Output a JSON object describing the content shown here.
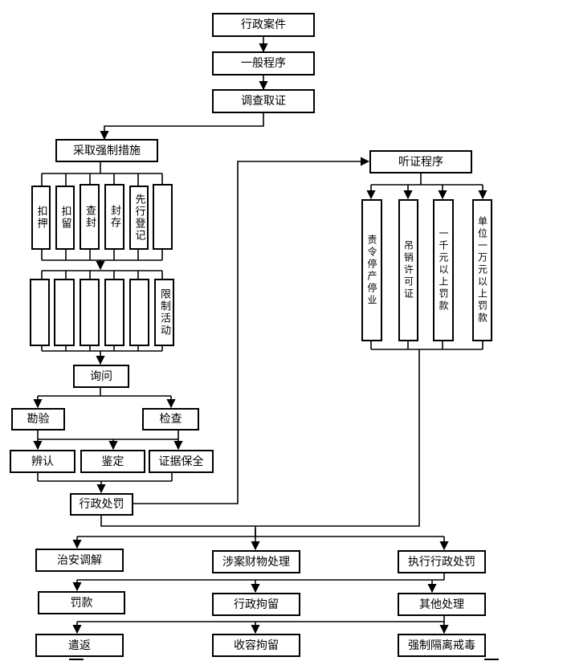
{
  "flow": {
    "admin_case": "行政案件",
    "general_procedure": "一般程序",
    "investigation": "调查取证",
    "coercive_measures": "采取强制措施",
    "hearing_procedure": "听证程序",
    "interrogation": "询问",
    "inspection_survey": "勘验",
    "examination": "检查",
    "identification": "辨认",
    "appraisal": "鉴定",
    "evidence_preservation": "证据保全",
    "admin_penalty": "行政处罚",
    "security_mediation": "治安调解",
    "property_handling": "涉案财物处理",
    "execute_penalty": "执行行政处罚",
    "fine": "罚款",
    "admin_detention": "行政拘留",
    "other_handling": "其他处理",
    "deportation": "遣返",
    "custody_detention": "收容拘留",
    "compulsory_rehab": "强制隔离戒毒"
  },
  "measures_row1": [
    "扣押",
    "扣留",
    "查封",
    "封存",
    "先行登记",
    ""
  ],
  "measures_row2": [
    "",
    "",
    "",
    "",
    "",
    "限制活动"
  ],
  "hearing_items": [
    "责令停产停业",
    "吊销许可证",
    "一千元以上罚款",
    "单位一万元以上罚款"
  ]
}
